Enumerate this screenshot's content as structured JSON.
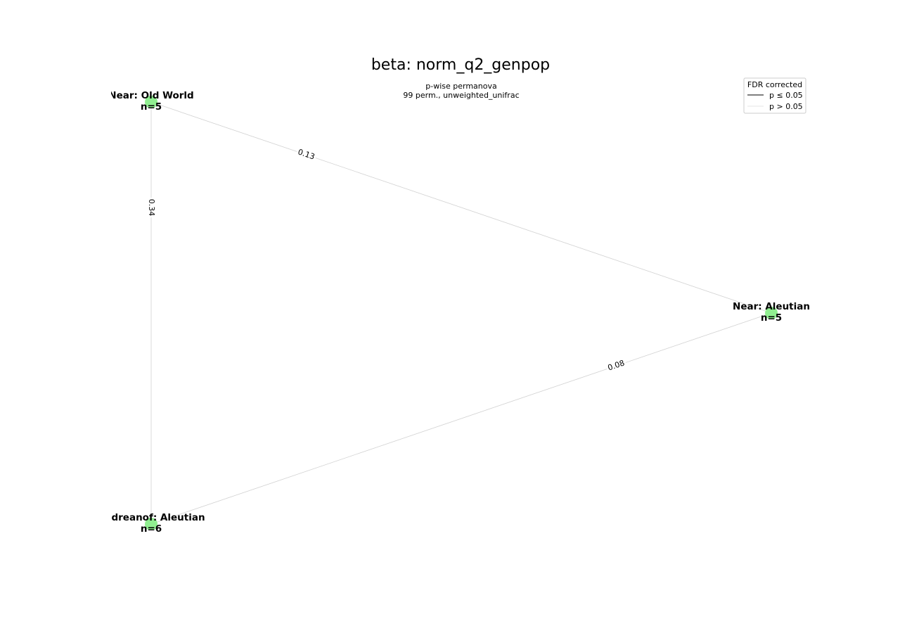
{
  "title": "beta: norm_q2_genpop",
  "subtitle": {
    "line1": "p-wise permanova",
    "line2": "99 perm., unweighted_unifrac"
  },
  "legend": {
    "title": "FDR corrected",
    "items": [
      {
        "label": "p ≤ 0.05",
        "color": "#7f7f7f"
      },
      {
        "label": "p > 0.05",
        "color": "#e6e6e6"
      }
    ]
  },
  "node_color": "#90ee90",
  "nodes": [
    {
      "id": "old_world",
      "name": "Near: Old World",
      "count": "n=5"
    },
    {
      "id": "aleutian",
      "name": "Near: Aleutian",
      "count": "n=5"
    },
    {
      "id": "andreanof",
      "name": "Andreanof: Aleutian",
      "count": "n=6"
    }
  ],
  "edges": [
    {
      "from": "old_world",
      "to": "aleutian",
      "p": "0.13"
    },
    {
      "from": "old_world",
      "to": "andreanof",
      "p": "0.34"
    },
    {
      "from": "andreanof",
      "to": "aleutian",
      "p": "0.08"
    }
  ]
}
